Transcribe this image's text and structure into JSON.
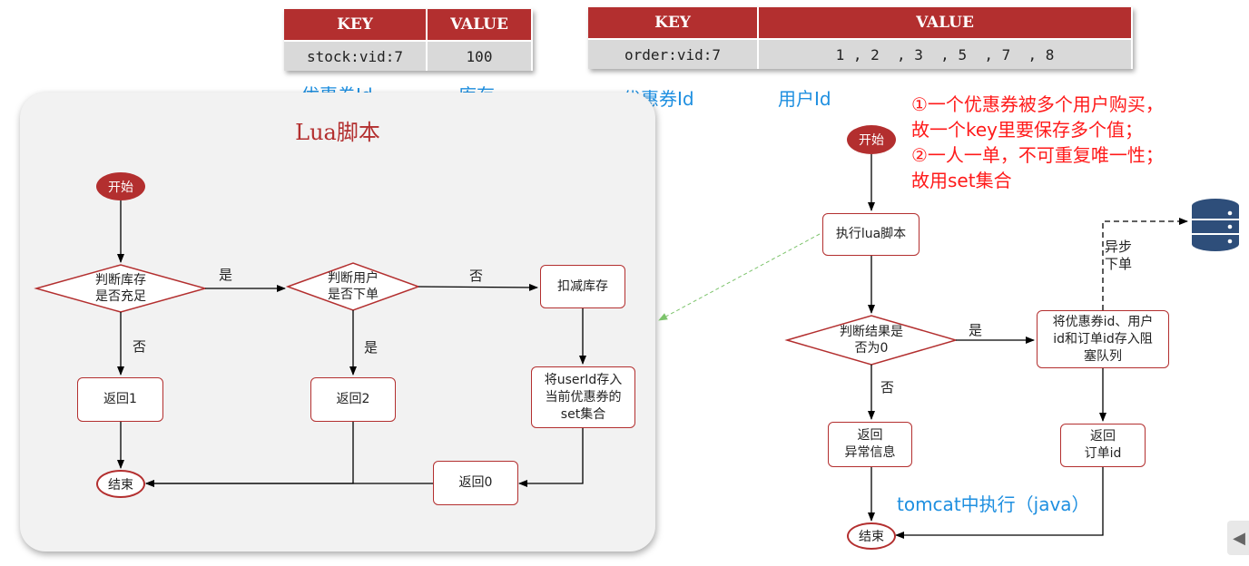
{
  "stock_table": {
    "headers": [
      "KEY",
      "VALUE"
    ],
    "row": [
      "stock:vid:7",
      "100"
    ],
    "captions": [
      "优惠券Id",
      "库存"
    ]
  },
  "order_table": {
    "headers": [
      "KEY",
      "VALUE"
    ],
    "row": [
      "order:vid:7",
      "1 , 2  , 3  , 5  , 7  , 8"
    ],
    "captions": [
      "优惠券Id",
      "用户Id"
    ]
  },
  "lua": {
    "title": "Lua脚本",
    "start": "开始",
    "decision_stock": "判断库存\n是否充足",
    "decision_user": "判断用户\n是否下单",
    "deduct": "扣减库存",
    "save_user": "将userId存入\n当前优惠券的\nset集合",
    "return1": "返回1",
    "return2": "返回2",
    "return0": "返回0",
    "end": "结束",
    "yes": "是",
    "no": "否"
  },
  "tomcat": {
    "start": "开始",
    "exec_lua": "执行lua脚本",
    "decision_result": "判断结果是\n否为0",
    "save_queue": "将优惠券id、用户\nid和订单id存入阻\n塞队列",
    "return_error": "返回\n异常信息",
    "return_order": "返回\n订单id",
    "end": "结束",
    "async_label": "异步\n下单",
    "caption": "tomcat中执行（java）",
    "yes": "是",
    "no": "否"
  },
  "note": {
    "lines": [
      "①一个优惠券被多个用户购买，",
      "故一个key里要保存多个值；",
      "②一人一单，不可重复唯一性；",
      "故用set集合"
    ]
  },
  "nav": {
    "prev_icon": "◀"
  },
  "colors": {
    "accent": "#b32f2f",
    "caption_blue": "#1e8fe0",
    "note_red": "#ff1a1a",
    "db": "#2e4e7a"
  }
}
